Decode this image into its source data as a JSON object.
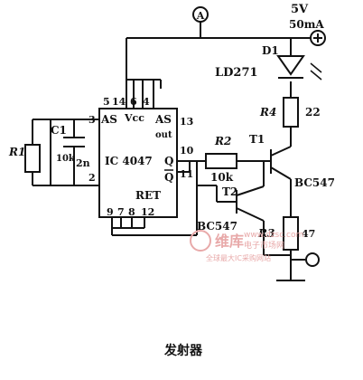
{
  "supply": {
    "voltage": "5V",
    "current": "50mA"
  },
  "ammeter": {
    "symbol": "A"
  },
  "ic": {
    "name": "IC 4047",
    "pins_top": [
      "5",
      "14",
      "6",
      "4"
    ],
    "pins_left": [
      "3",
      "2"
    ],
    "pins_right": [
      "13",
      "10",
      "11"
    ],
    "pins_bottom": [
      "9",
      "7",
      "8",
      "12"
    ],
    "label_as_left": "AS",
    "label_vcc": "Vcc",
    "label_as_right": "AS",
    "label_out": "out",
    "label_q": "Q",
    "label_qbar": "Q",
    "label_ret": "RET"
  },
  "components": {
    "d1_ref": "D1",
    "d1_part": "LD271",
    "r4_ref": "R4",
    "r4_value": "22",
    "r2_ref": "R2",
    "r2_value": "10k",
    "r1_ref": "R1",
    "r1_value": "10k",
    "c1_ref": "C1",
    "c1_value": "2n",
    "t1_ref": "T1",
    "t1_part": "BC547",
    "t2_ref": "T2",
    "t2_part": "BC547",
    "r3_ref": "R3",
    "r3_value": "47"
  },
  "caption": "发射器",
  "watermark": {
    "brand": "维库",
    "sub": "电子市场网",
    "url": "www.dzsc.com",
    "tagline": "全球最大IC采购网站"
  }
}
